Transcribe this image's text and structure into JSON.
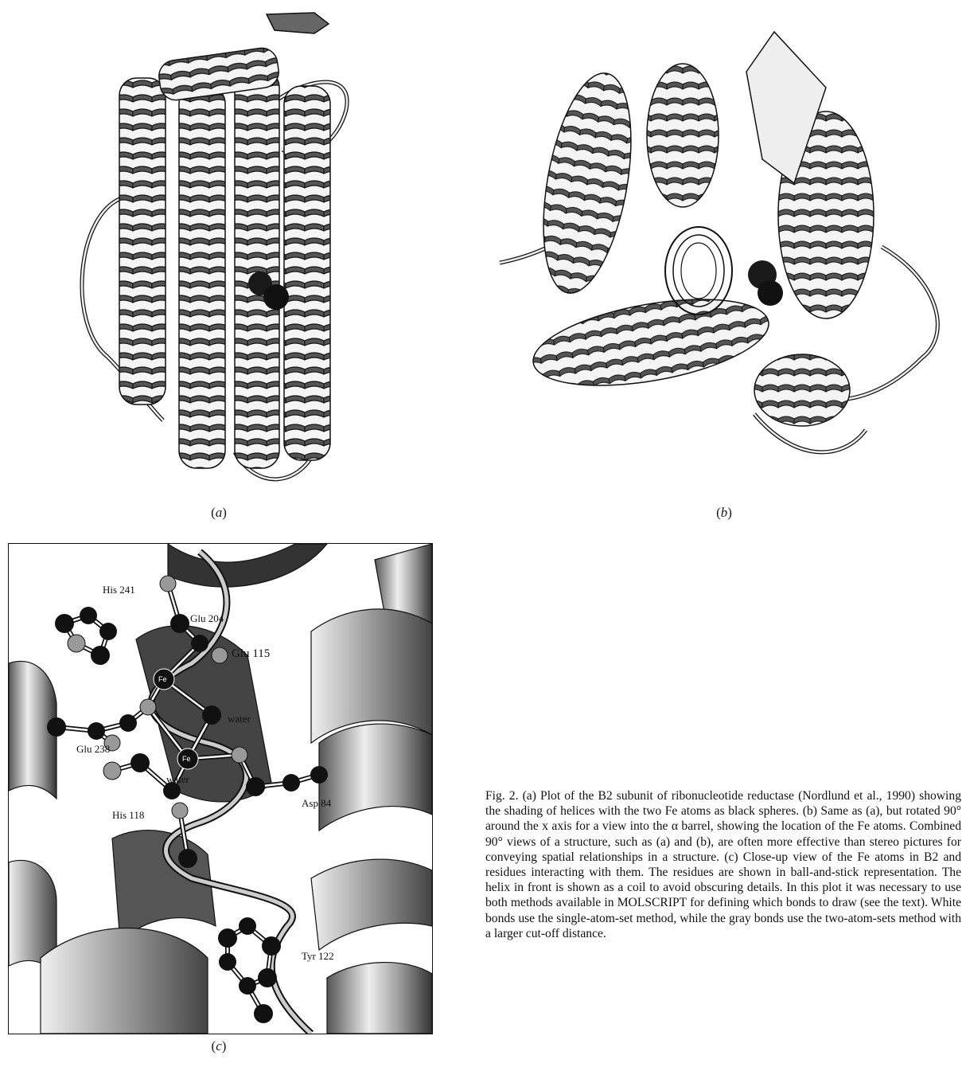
{
  "panels": {
    "a": {
      "label": "a"
    },
    "b": {
      "label": "b"
    },
    "c": {
      "label": "c",
      "residues": {
        "his241": "His 241",
        "glu204": "Glu 204",
        "glu115": "Glu 115",
        "water1": "water",
        "glu238": "Glu 238",
        "fe1": "Fe",
        "fe2": "Fe",
        "water2": "water",
        "his118": "His 118",
        "asp84": "Asp 84",
        "tyr122": "Tyr 122"
      }
    }
  },
  "caption": {
    "figure": "Fig. 2.",
    "text": "(a) Plot of the B2 subunit of ribonucleotide reductase (Nordlund et al., 1990) showing the shading of helices with the two Fe atoms as black spheres. (b) Same as (a), but rotated 90° around the x axis for a view into the α barrel, showing the location of the Fe atoms. Combined 90° views of a structure, such as (a) and (b), are often more effective than stereo pictures for conveying spatial relationships in a structure. (c) Close-up view of the Fe atoms in B2 and residues interacting with them. The residues are shown in ball-and-stick representation. The helix in front is shown as a coil to avoid obscuring details. In this plot it was necessary to use both methods available in MOLSCRIPT for defining which bonds to draw (see the text). White bonds use the single-atom-set method, while the gray bonds use the two-atom-sets method with a larger cut-off distance."
  }
}
